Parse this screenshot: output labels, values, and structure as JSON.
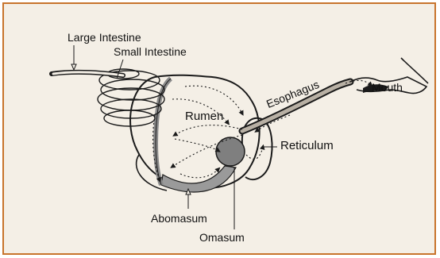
{
  "title": "",
  "labels": {
    "large_intestine": "Large Intestine",
    "small_intestine": "Small Intestine",
    "rumen": "Rumen",
    "esophagus": "Esophagus",
    "mouth": "Mouth",
    "reticulum": "Reticulum",
    "abomasum": "Abomasum",
    "omasum": "Omasum"
  },
  "colors": {
    "border": "#c8742c",
    "background": "#f4efe6",
    "ink": "#1a1a1a",
    "shade": "#8a8a8a"
  }
}
